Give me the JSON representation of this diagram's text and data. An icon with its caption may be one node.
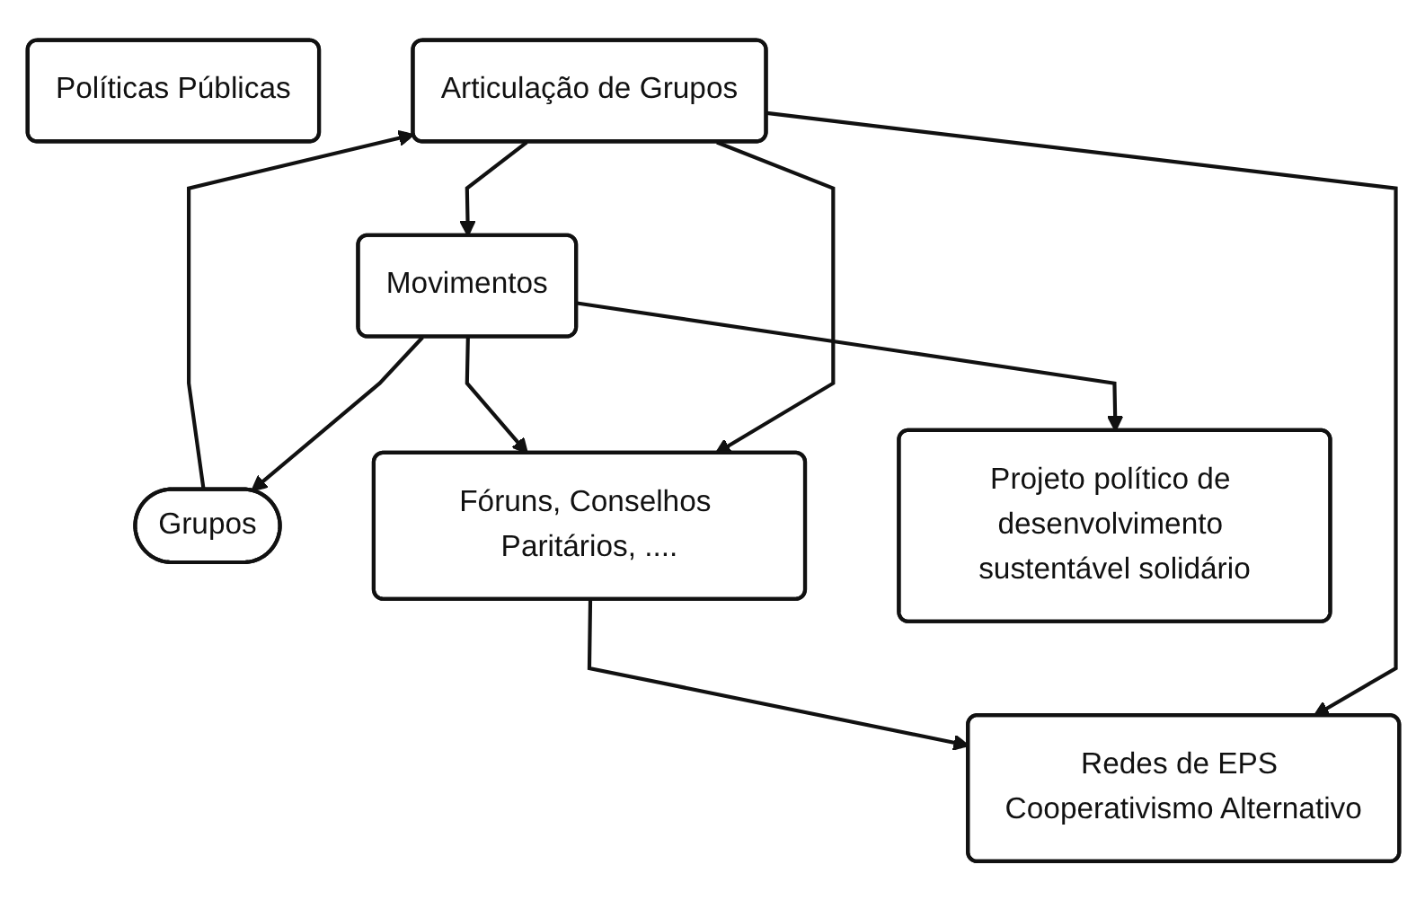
{
  "diagram": {
    "nodes": [
      {
        "text": [
          "Articulação de Grupos"
        ]
      },
      {
        "text": [
          "Redes de EPS Cooperativismo Alternativo"
        ]
      },
      {
        "text": [
          "Grupos"
        ]
      },
      {
        "text": [
          "Fóruns, Conselhos Paritários, ...."
        ]
      },
      {
        "text": [
          "Políticas Públicas"
        ]
      },
      {
        "text": [
          "Movimentos"
        ]
      },
      {
        "text": [
          "Projeto político de desenvolvimento sustentável solidário"
        ]
      }
    ],
    "edges": [
      {
        "from": 0,
        "to": 1,
        "arrow": "to"
      },
      {
        "from": 0,
        "to": 3,
        "arrow": "to"
      },
      {
        "from": 0,
        "to": 5,
        "arrow": "to"
      },
      {
        "from": 2,
        "to": 0,
        "arrow": "to"
      },
      {
        "from": 5,
        "to": 2,
        "arrow": "to"
      },
      {
        "from": 3,
        "to": 1,
        "arrow": "to"
      },
      {
        "from": 5,
        "to": 3,
        "arrow": "to"
      },
      {
        "from": 5,
        "to": 6,
        "arrow": "to"
      }
    ]
  }
}
